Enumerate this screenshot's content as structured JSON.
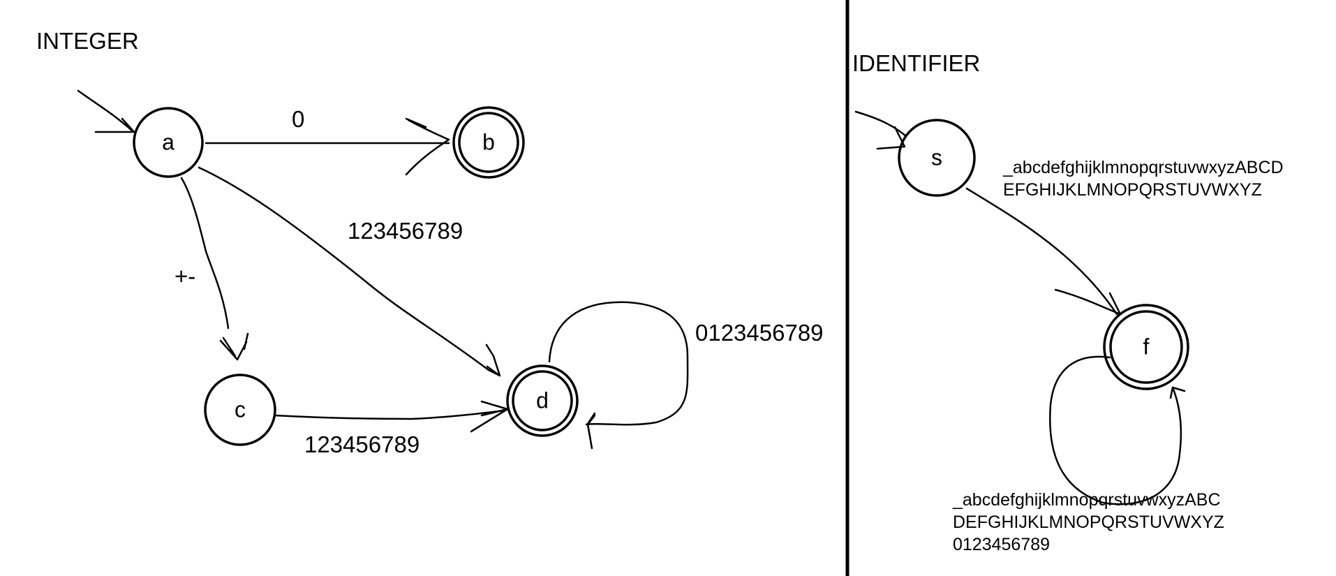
{
  "integer": {
    "title": "INTEGER",
    "states": {
      "a": "a",
      "b": "b",
      "c": "c",
      "d": "d"
    },
    "transitions": {
      "a_to_b": "0",
      "a_to_d": "123456789",
      "a_to_c": "+-",
      "c_to_d": "123456789",
      "d_loop": "0123456789"
    }
  },
  "identifier": {
    "title": "IDENTIFIER",
    "states": {
      "s": "s",
      "f": "f"
    },
    "transitions": {
      "s_to_f": [
        "_abcdefghijklmnopqrstuvwxyzABCD",
        "EFGHIJKLMNOPQRSTUVWXYZ"
      ],
      "f_loop": [
        "_abcdefghijklmnopqrstuvwxyzABC",
        "DEFGHIJKLMNOPQRSTUVWXYZ",
        "0123456789"
      ]
    }
  }
}
